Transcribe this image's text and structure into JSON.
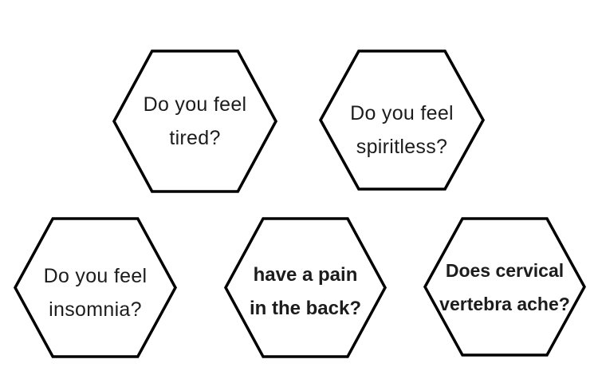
{
  "diagram": {
    "background_color": "#ffffff",
    "stroke_color": "#000000",
    "text_color": "#1c1c1c"
  },
  "hexagons": [
    {
      "name": "tired",
      "line1": "Do you feel",
      "line2": "tired?",
      "emphasis": "regular"
    },
    {
      "name": "spiritless",
      "line1": "Do you feel",
      "line2": "spiritless?",
      "emphasis": "regular"
    },
    {
      "name": "insomnia",
      "line1": "Do you feel",
      "line2": "insomnia?",
      "emphasis": "regular"
    },
    {
      "name": "back-pain",
      "line1": "have a pain",
      "line2": "in the back?",
      "emphasis": "bold"
    },
    {
      "name": "cervical-vertebra",
      "line1": "Does cervical",
      "line2": "vertebra ache?",
      "emphasis": "bold"
    }
  ]
}
